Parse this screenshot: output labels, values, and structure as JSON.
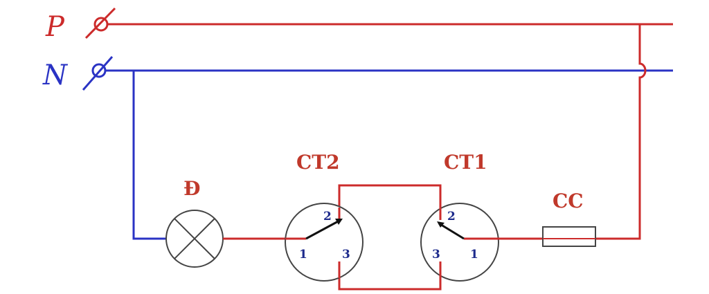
{
  "colors": {
    "phase": "#cc2b2b",
    "neutral": "#2a33c4",
    "component_outline": "#333333",
    "terminal_number": "#1d2a8c",
    "label": "#c0392b"
  },
  "lines": {
    "phase_label": "P",
    "neutral_label": "N"
  },
  "components": {
    "lamp_label": "Đ",
    "switch2_label": "CT2",
    "switch1_label": "CT1",
    "fuse_label": "CC"
  },
  "switch2_terminals": {
    "t1": "1",
    "t2": "2",
    "t3": "3"
  },
  "switch1_terminals": {
    "t1": "1",
    "t2": "2",
    "t3": "3"
  },
  "icons": {
    "terminal_symbol": "terminal-clamp-icon",
    "lamp_symbol": "lamp-cross-icon",
    "fuse_symbol": "fuse-icon",
    "switch_symbol": "two-way-switch-icon"
  }
}
